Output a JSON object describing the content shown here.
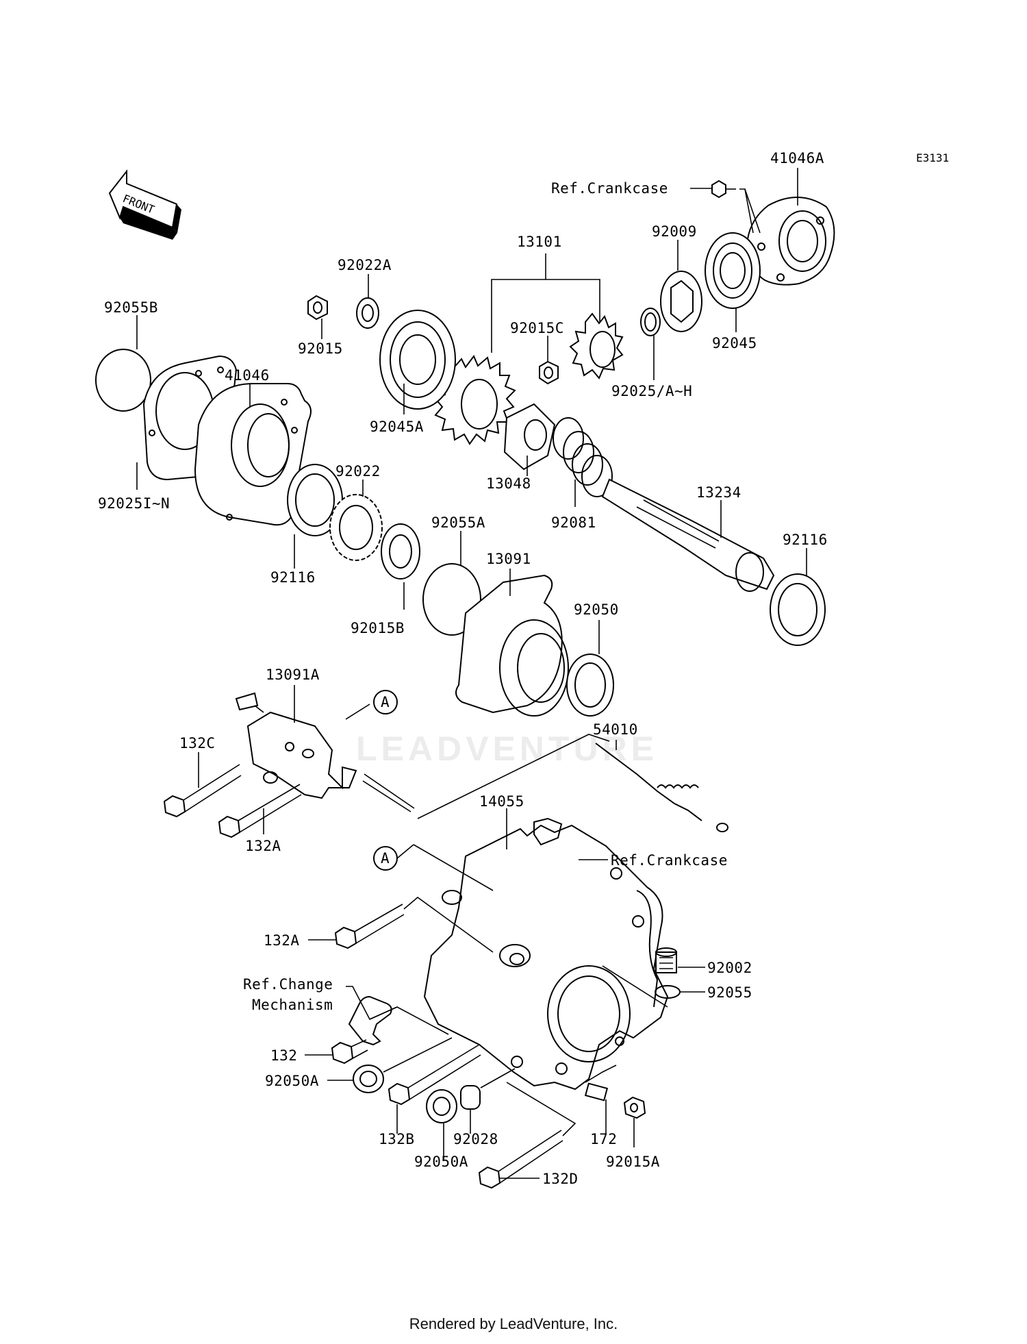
{
  "diagram_code": "E3131",
  "front_label": "FRONT",
  "watermark": "LEADVENTURE",
  "footer": "Rendered by LeadVenture, Inc.",
  "callouts": {
    "p41046A": "41046A",
    "ref_crankcase_top": "Ref.Crankcase",
    "p13101": "13101",
    "p92009": "92009",
    "p92022A": "92022A",
    "p92055B": "92055B",
    "p92015": "92015",
    "p92015C": "92015C",
    "p92045": "92045",
    "p41046": "41046",
    "p92045A": "92045A",
    "p92025AH": "92025/A~H",
    "p92022": "92022",
    "p13048": "13048",
    "p13234": "13234",
    "p92025IN": "92025I~N",
    "p92055A": "92055A",
    "p92081": "92081",
    "p92116_right": "92116",
    "p92116_left": "92116",
    "p13091": "13091",
    "p92050": "92050",
    "p92015B": "92015B",
    "p13091A": "13091A",
    "circleA_top": "A",
    "p54010": "54010",
    "p132C": "132C",
    "p132A_top": "132A",
    "p14055": "14055",
    "circleA_bottom": "A",
    "ref_crankcase_mid": "Ref.Crankcase",
    "p132A_bottom": "132A",
    "p92002": "92002",
    "ref_change_1": "Ref.Change",
    "ref_change_2": "Mechanism",
    "p92055": "92055",
    "p132": "132",
    "p92050A_left": "92050A",
    "p132B": "132B",
    "p92028": "92028",
    "p172": "172",
    "p92050A_bottom": "92050A",
    "p92015A": "92015A",
    "p132D": "132D"
  }
}
